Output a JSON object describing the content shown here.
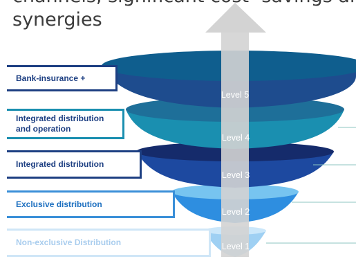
{
  "heading": {
    "line1": "channels, significant cost- savings and",
    "line2": "synergies"
  },
  "levels": [
    {
      "label_lines": [
        "Bank-insurance +"
      ],
      "badge": "Level 5",
      "color": "#1e4c8e"
    },
    {
      "label_lines": [
        "Integrated distribution",
        "and operation"
      ],
      "badge": "Level 4",
      "color": "#1a8fb0"
    },
    {
      "label_lines": [
        "Integrated distribution"
      ],
      "badge": "Level 3",
      "color": "#1d49a0"
    },
    {
      "label_lines": [
        "Exclusive distribution"
      ],
      "badge": "Level 2",
      "color": "#2e8ee0"
    },
    {
      "label_lines": [
        "Non-exclusive Distribution"
      ],
      "badge": "Level 1",
      "color": "#9fd0f3"
    }
  ],
  "arrow": {
    "color": "#d3d3d3",
    "icon": "up-arrow-icon"
  }
}
